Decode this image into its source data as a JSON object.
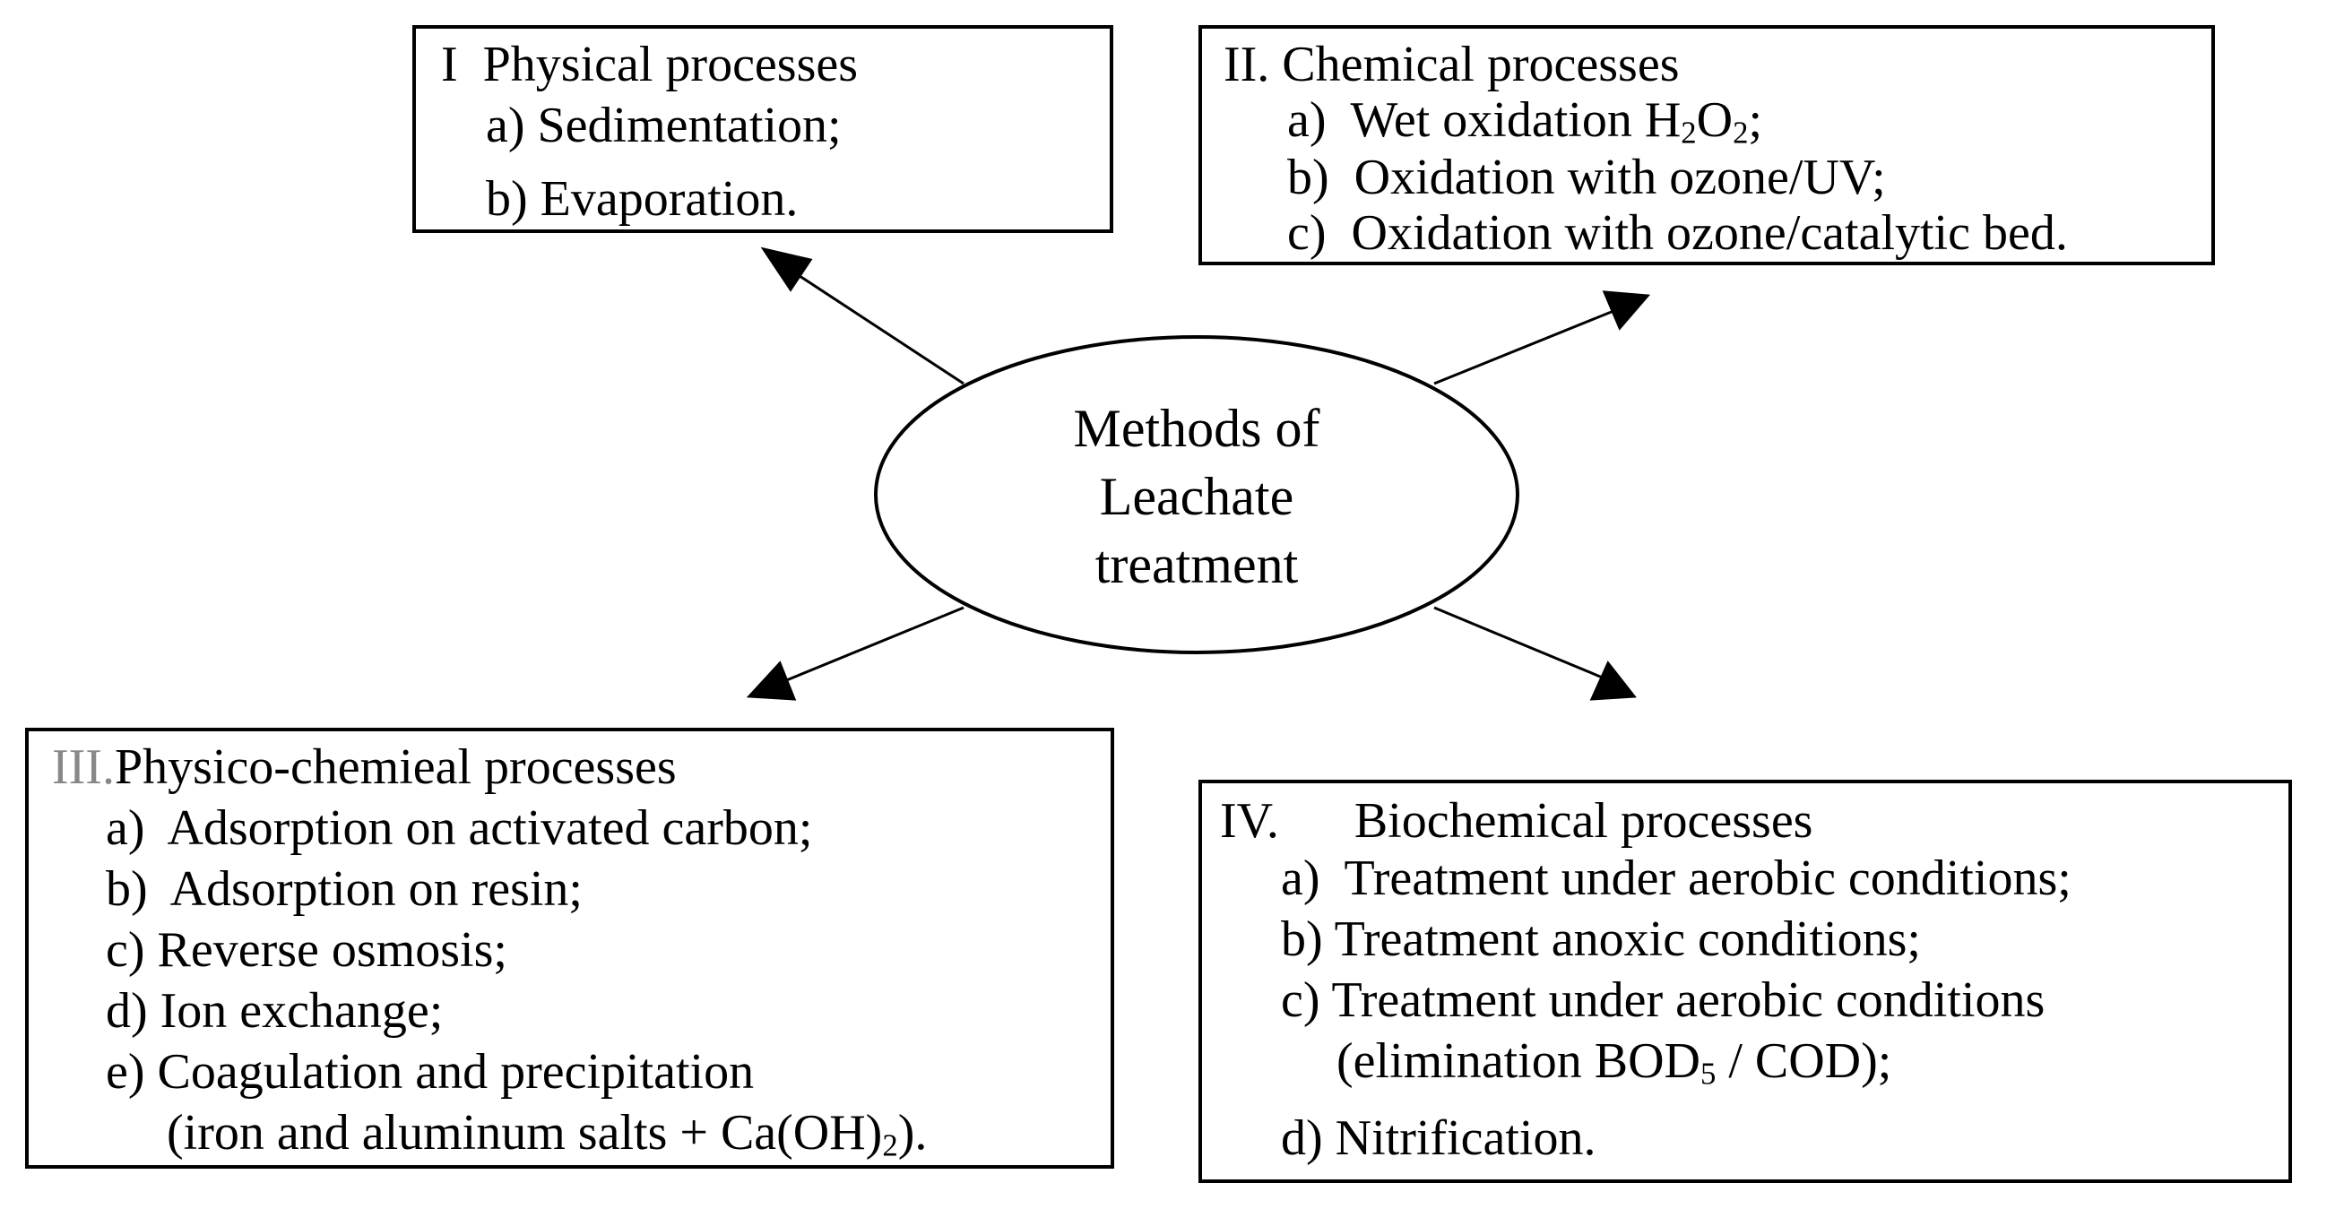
{
  "center": {
    "lines": [
      "Methods of",
      "Leachate",
      "treatment"
    ]
  },
  "physical": {
    "number": "I",
    "title": "Physical processes",
    "items": [
      {
        "label": "a)",
        "text": "Sedimentation;"
      },
      {
        "label": "b)",
        "text": "Evaporation."
      }
    ]
  },
  "chemical": {
    "number": "II.",
    "title": "Chemical processes",
    "items": [
      {
        "label": "a)",
        "text_pre": "Wet oxidation  H",
        "sub1": "2",
        "text_mid": "O",
        "sub2": "2",
        "text_post": ";"
      },
      {
        "label": "b)",
        "text": "Oxidation with ozone/UV;"
      },
      {
        "label": "c)",
        "text": "Oxidation with  ozone/catalytic bed."
      }
    ]
  },
  "physico_chemical": {
    "number": "III.",
    "title": "Physico-chemieal  processes",
    "items": [
      {
        "label": "a)",
        "text": "Adsorption on activated carbon;"
      },
      {
        "label": "b)",
        "text": "Adsorption on resin;"
      },
      {
        "label": "c)",
        "text": "Reverse osmosis;"
      },
      {
        "label": "d)",
        "text": "Ion exchange;"
      },
      {
        "label": "e)",
        "text": "Coagulation and precipitation"
      }
    ],
    "continuation": {
      "text_pre": "(iron  and aluminum  salts + Ca(OH)",
      "sub": "2",
      "text_post": ")."
    }
  },
  "biochemical": {
    "number": "IV.",
    "title": "Biochemical  processes",
    "items": [
      {
        "label": "a)",
        "text": "Treatment  under  aerobic conditions;"
      },
      {
        "label": "b)",
        "text": "Treatment anoxic  conditions;"
      },
      {
        "label": "c)",
        "text": "Treatment   under aerobic conditions"
      },
      {
        "label": "d)",
        "text": "Nitrification."
      }
    ],
    "continuation": {
      "text_pre": "(elimination   BOD",
      "sub": "5",
      "text_post": " / COD);"
    }
  }
}
